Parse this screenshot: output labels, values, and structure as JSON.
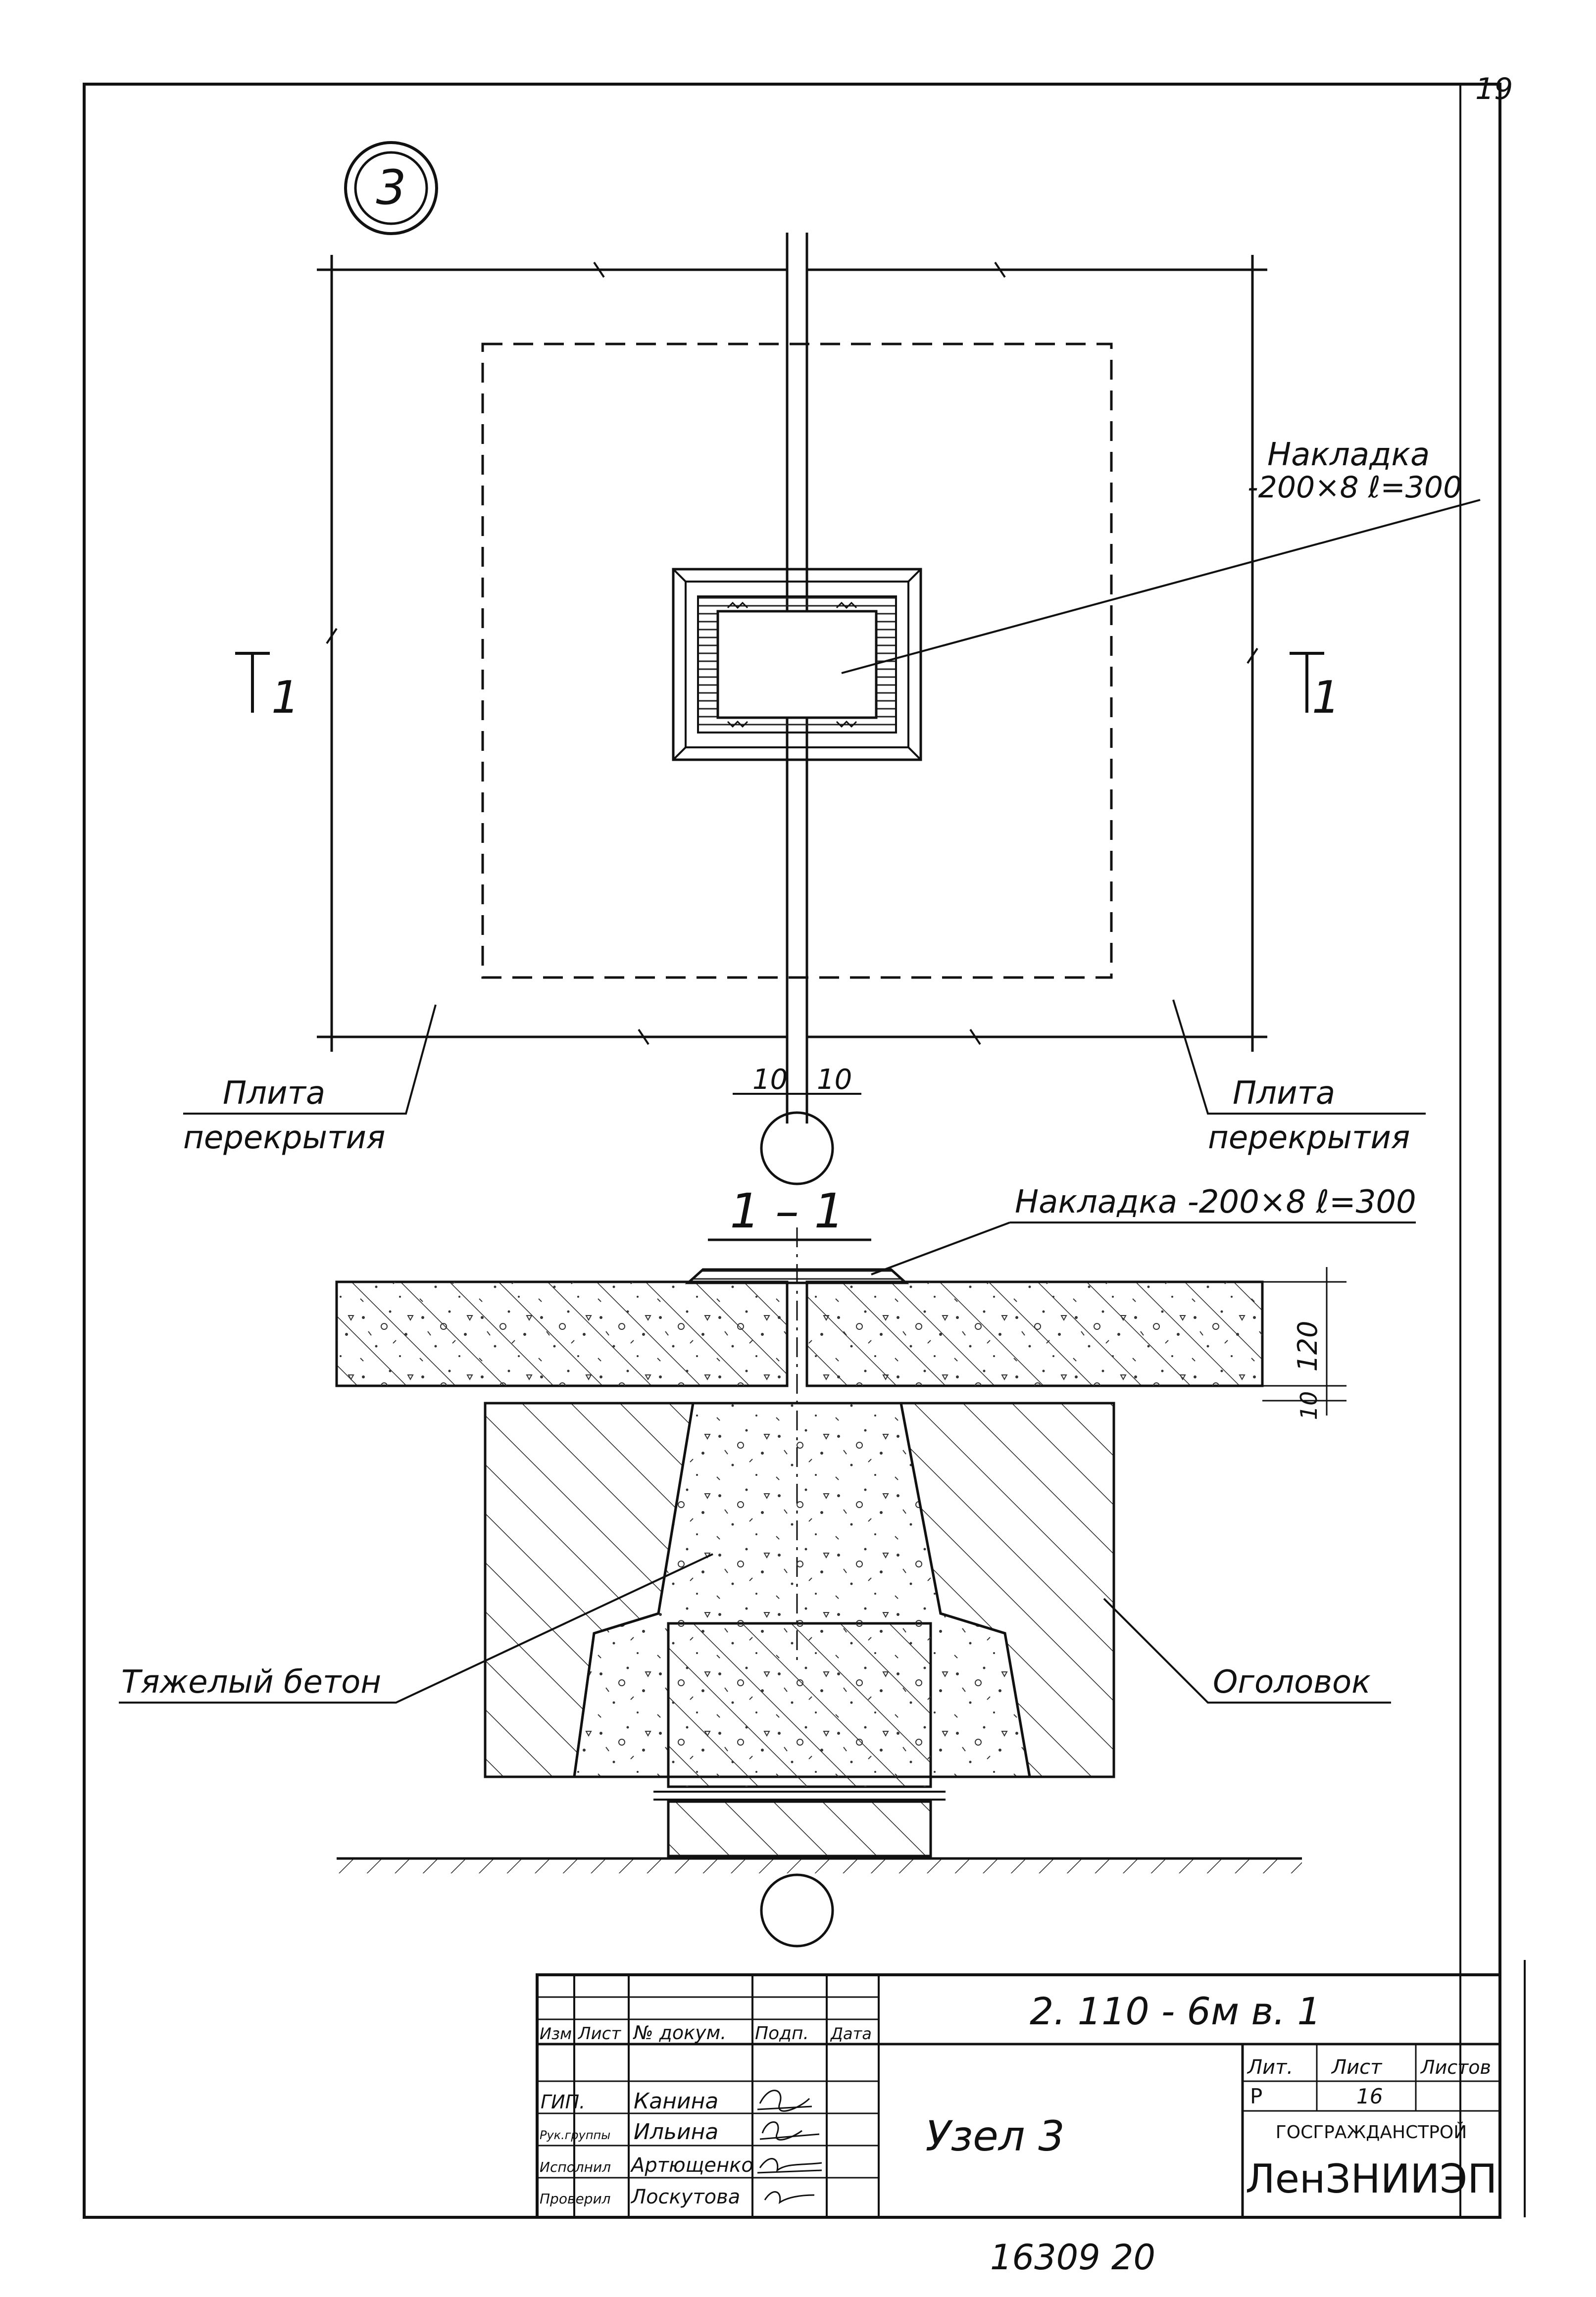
{
  "sheet_corner_number": "19",
  "node_marker": "3",
  "labels": {
    "overlay_plan": "Накладка",
    "overlay_plan_spec": "-200×8 ℓ=300",
    "slab_left_1": "Плита",
    "slab_left_2": "перекрытия",
    "slab_right_1": "Плита",
    "slab_right_2": "перекрытия",
    "section_title": "1 – 1",
    "overlay_section": "Накладка -200×8 ℓ=300",
    "heavy_concrete": "Тяжелый бетон",
    "capital": "Оголовок",
    "section_mark_left": "1",
    "section_mark_right": "1"
  },
  "dimensions": {
    "gap_left": "10",
    "gap_right": "10",
    "slab_thickness": "120",
    "slab_gap": "10"
  },
  "title_block": {
    "designation": "2. 110 - 6м  в. 1",
    "sheet_title": "Узел 3",
    "header_cols": [
      "Изм",
      "Лист",
      "№ докум.",
      "Подп.",
      "Дата"
    ],
    "people": [
      {
        "role": "ГИП.",
        "name": "Канина"
      },
      {
        "role": "Рук.группы",
        "name": "Ильина"
      },
      {
        "role": "Исполнил",
        "name": "Артющенко"
      },
      {
        "role": "Проверил",
        "name": "Лоскутова"
      }
    ],
    "stage_label": "Лит.",
    "sheet_label": "Лист",
    "sheets_label": "Листов",
    "stage": "Р",
    "sheet_number": "16",
    "org_1": "ГОСГРАЖДАНСТРОЙ",
    "org_2": "ЛенЗНИИЭП"
  },
  "archive_number": "16309   20"
}
